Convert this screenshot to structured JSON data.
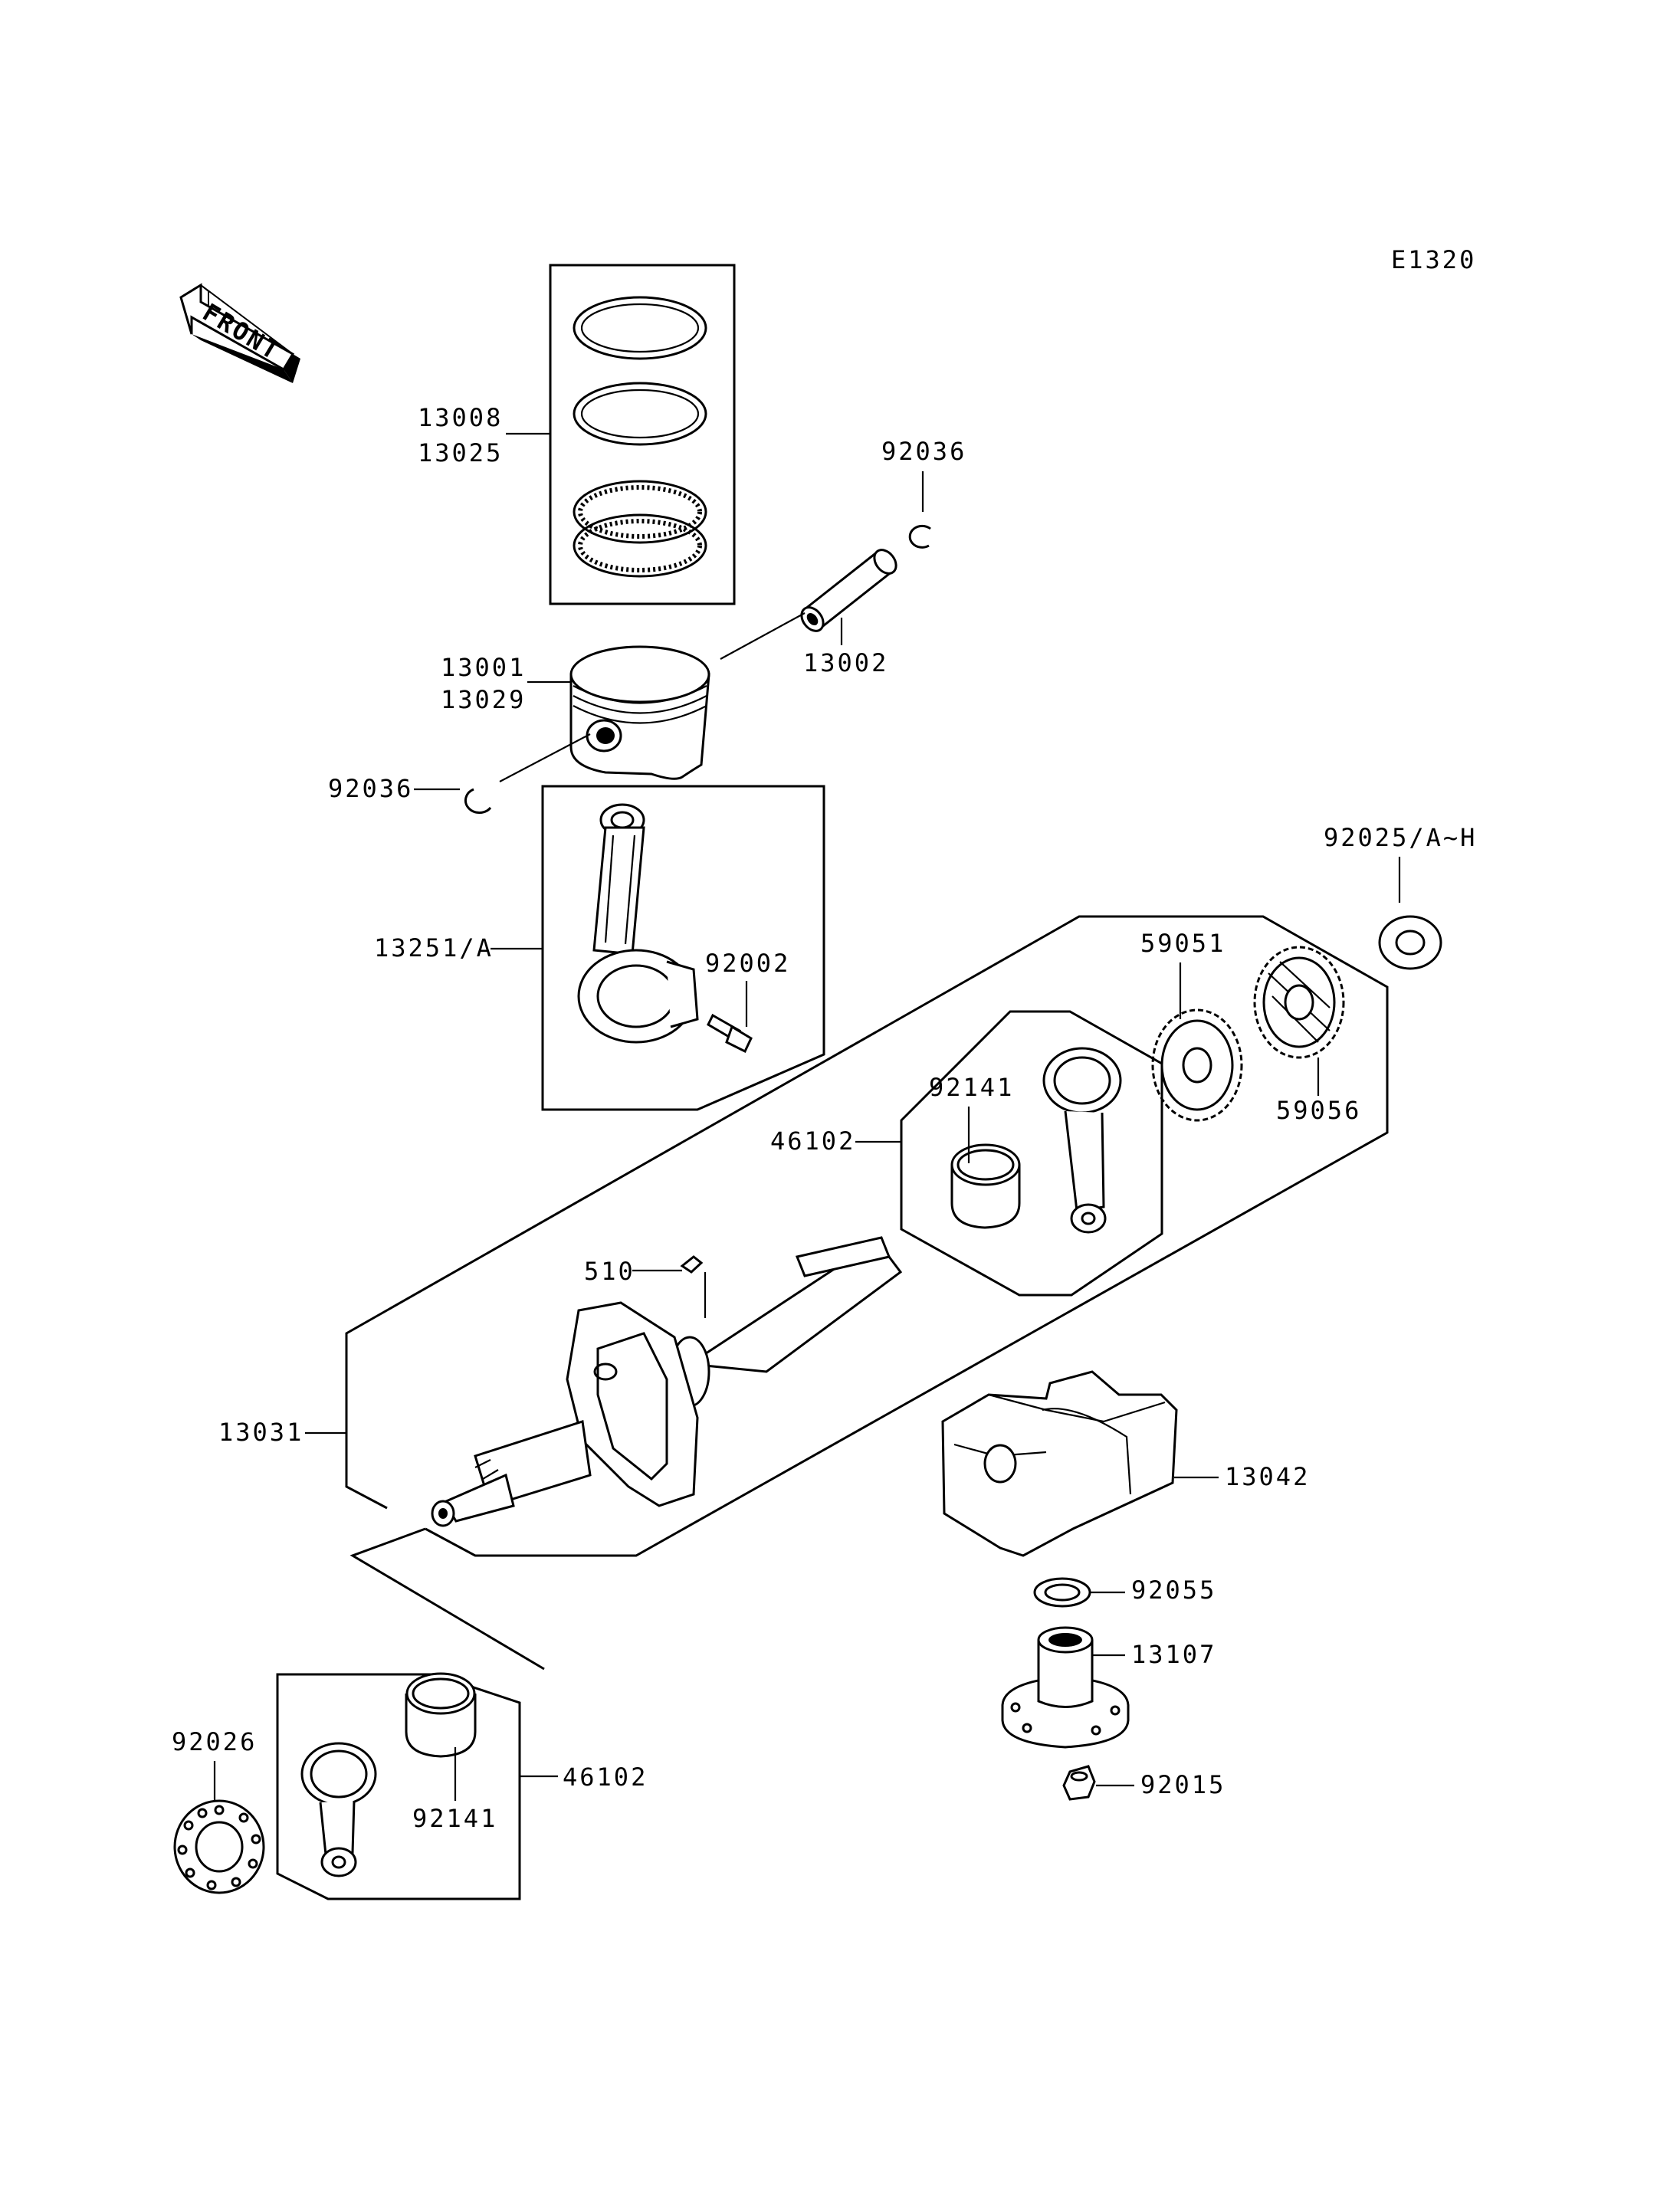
{
  "diagram_code": "E1320",
  "front_arrow_text": "FRONT",
  "labels": {
    "piston_rings_a": "13008",
    "piston_rings_b": "13025",
    "circlip_top": "92036",
    "piston_pin": "13002",
    "piston_a": "13001",
    "piston_b": "13029",
    "circlip_left": "92036",
    "conrod_set": "13251/A",
    "conrod_bolt": "92002",
    "shim": "92025/A~H",
    "crank_gear": "59051",
    "cam_gear": "59056",
    "bushing_upper": "92141",
    "balancer_upper": "46102",
    "key": "510",
    "crankshaft": "13031",
    "balancer_holder": "13042",
    "washer": "92055",
    "shaft_housing": "13107",
    "nut": "92015",
    "bearing_washer": "92026",
    "bushing_lower": "92141",
    "balancer_lower": "46102"
  }
}
